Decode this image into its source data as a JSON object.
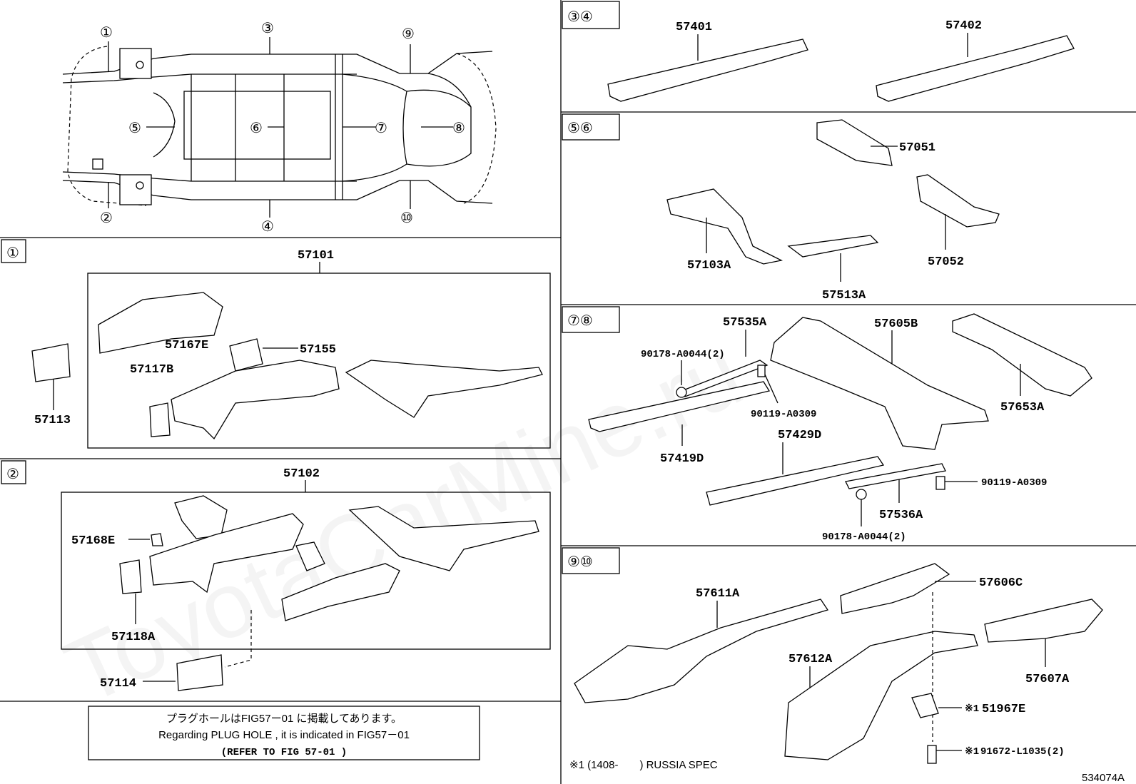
{
  "watermark": "ToyotaCarMine.ru",
  "figure_id": "534074A",
  "overview": {
    "callouts": [
      "①",
      "②",
      "③",
      "④",
      "⑤",
      "⑥",
      "⑦",
      "⑧",
      "⑨",
      "⑩"
    ]
  },
  "sections": {
    "s1": {
      "tag": "①",
      "main_part": "57101",
      "parts": [
        "57113",
        "57167E",
        "57117B",
        "57155"
      ]
    },
    "s2": {
      "tag": "②",
      "main_part": "57102",
      "parts": [
        "57168E",
        "57118A",
        "57114"
      ]
    },
    "s34": {
      "tag": "③④",
      "parts": [
        "57401",
        "57402"
      ]
    },
    "s56": {
      "tag": "⑤⑥",
      "parts": [
        "57051",
        "57103A",
        "57052",
        "57513A"
      ]
    },
    "s78": {
      "tag": "⑦⑧",
      "parts": [
        "57535A",
        "57605B",
        "90178-A0044(2)",
        "90119-A0309",
        "57653A",
        "57419D",
        "57429D",
        "90119-A0309",
        "57536A",
        "90178-A0044(2)"
      ]
    },
    "s910": {
      "tag": "⑨⑩",
      "parts": [
        "57611A",
        "57606C",
        "57612A",
        "57607A",
        "51967E",
        "91672-L1035(2)"
      ],
      "mark1": "※1",
      "mark2": "※1",
      "spec": "※1 (1408-　　) RUSSIA SPEC"
    }
  },
  "note": {
    "jp": "プラグホールはFIG57ー01 に掲載してあります。",
    "en": "Regarding PLUG HOLE , it is indicated in FIG57－01",
    "ref": "(REFER TO FIG 57-01 )"
  }
}
